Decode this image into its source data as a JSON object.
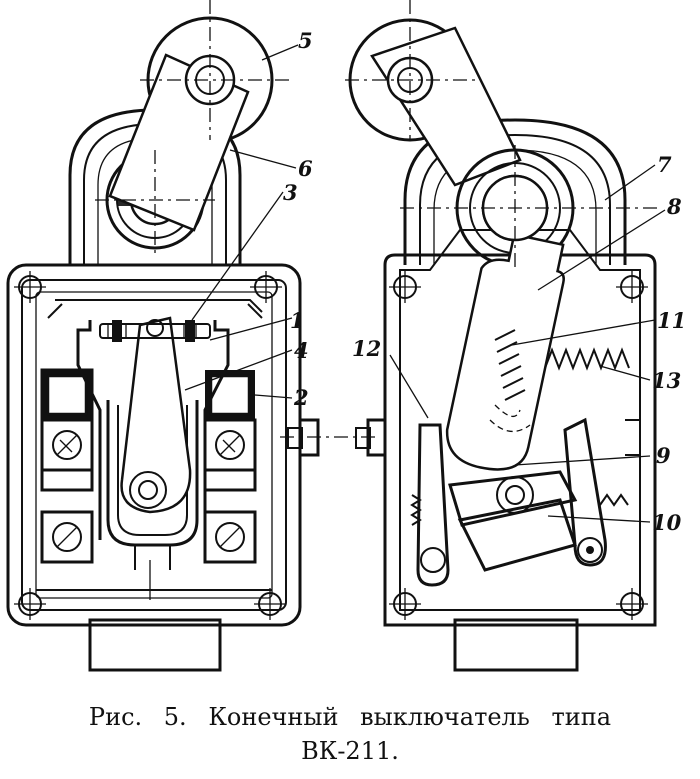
{
  "figure": {
    "callouts_left": [
      "5",
      "6",
      "3",
      "1",
      "4",
      "2"
    ],
    "callouts_right": [
      "7",
      "8",
      "11",
      "12",
      "13",
      "9",
      "10"
    ]
  },
  "caption": {
    "prefix": "Рис.",
    "number": "5.",
    "text": "Конечный выключатель типа",
    "model": "ВК-211."
  }
}
